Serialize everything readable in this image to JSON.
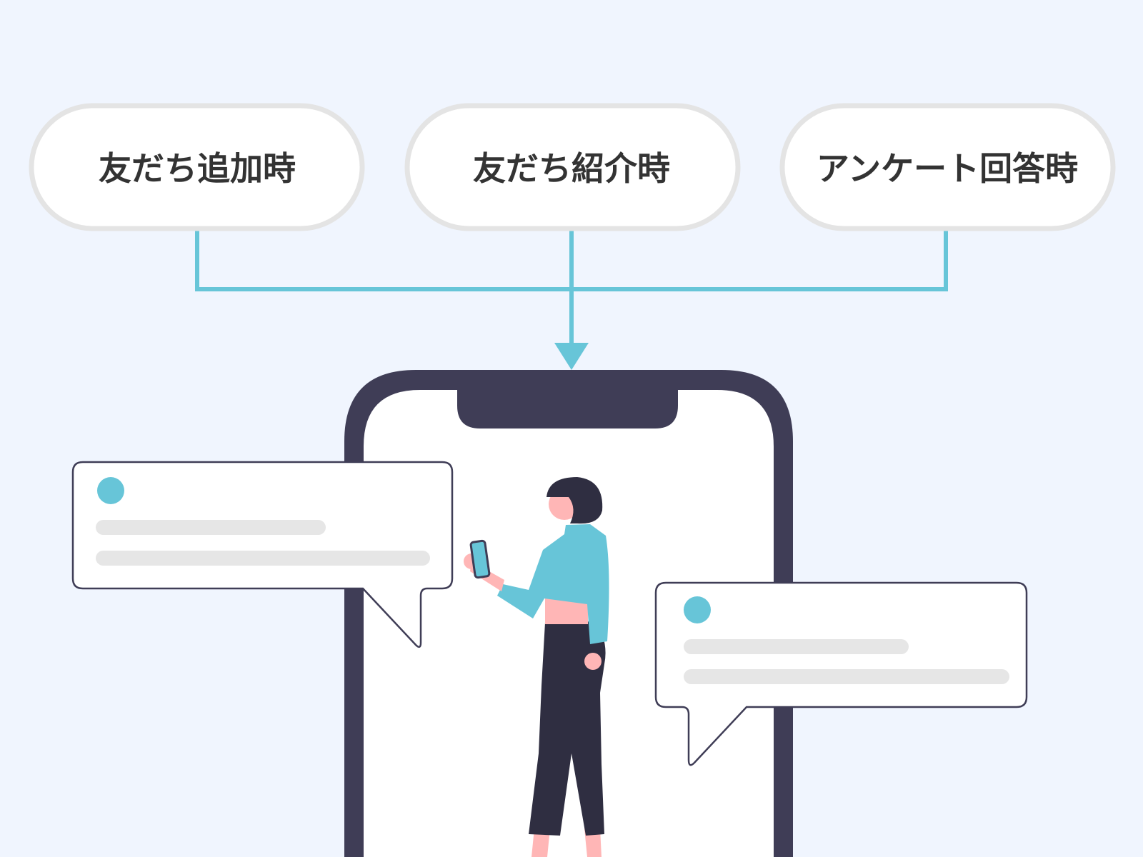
{
  "triggers": [
    {
      "label": "友だち追加時"
    },
    {
      "label": "友だち紹介時"
    },
    {
      "label": "アンケート回答時"
    }
  ],
  "colors": {
    "background": "#f0f5fe",
    "accent": "#67c5d8",
    "phone": "#3f3d56",
    "pill_border": "#e4e4e4",
    "placeholder": "#e6e6e6",
    "skin": "#ffb6b6",
    "pants": "#2f2e41"
  }
}
